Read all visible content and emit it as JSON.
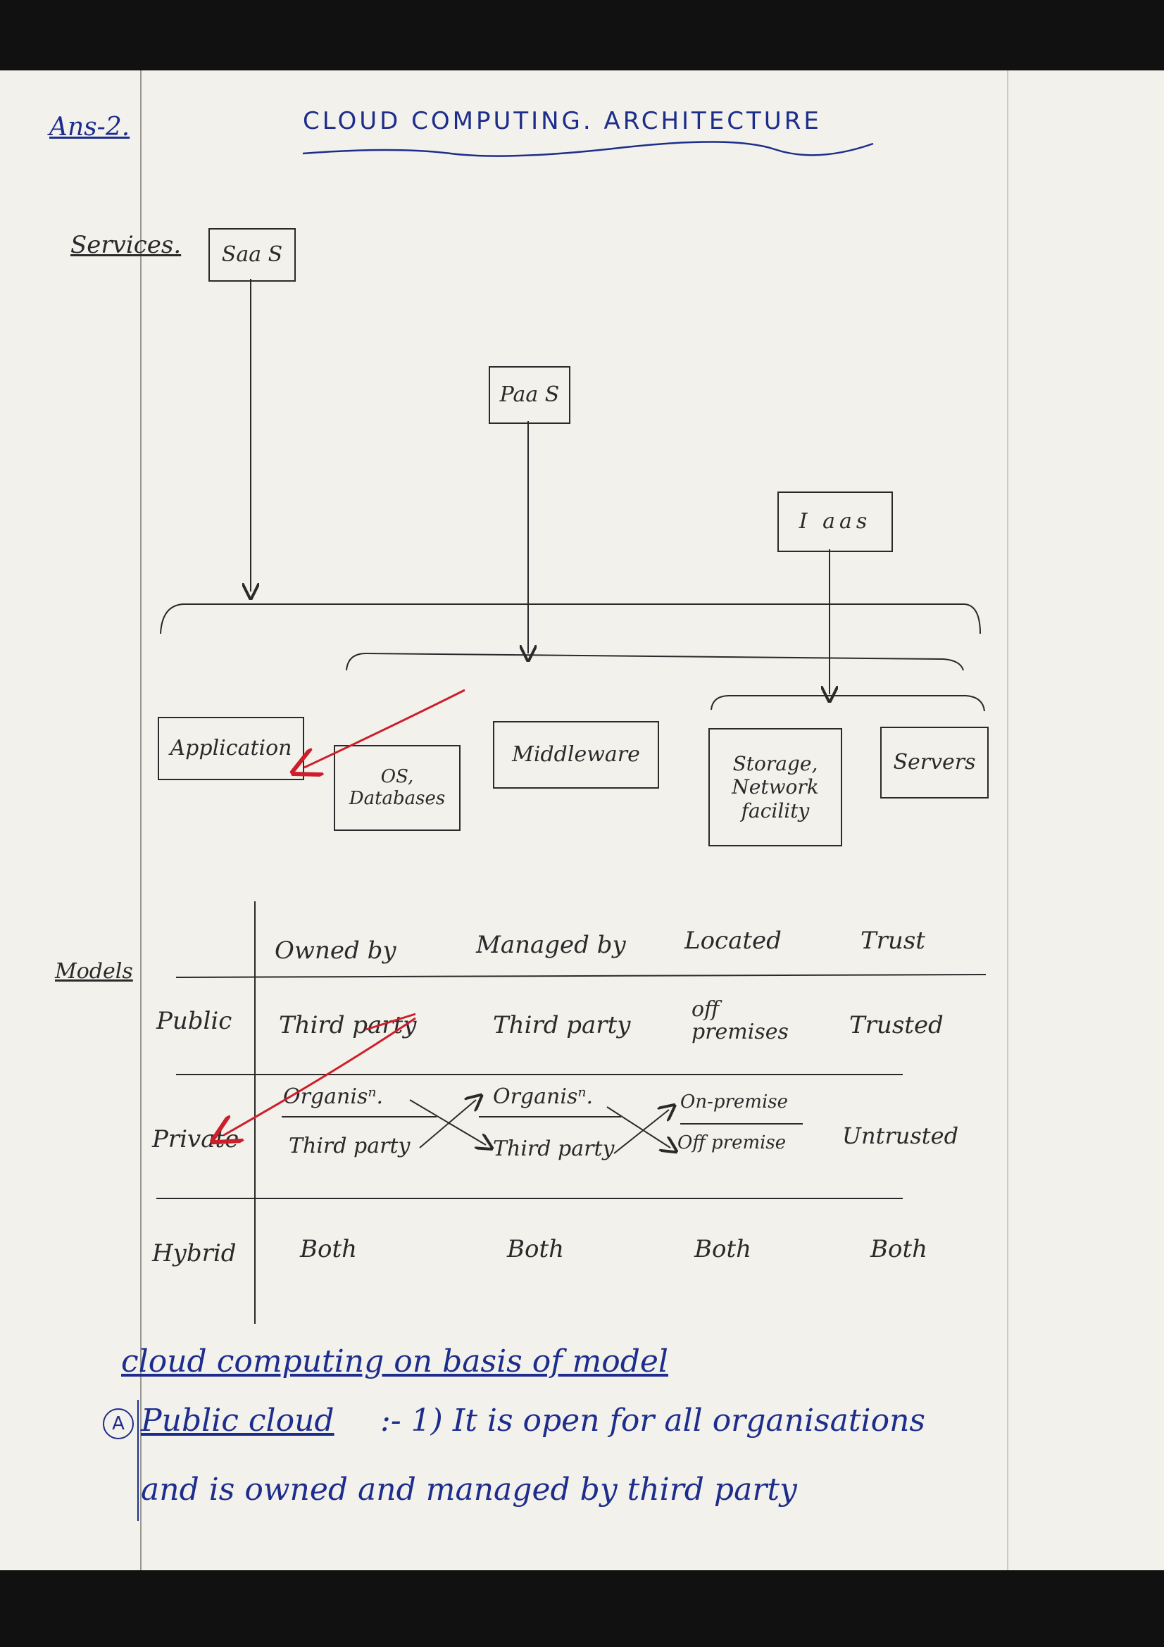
{
  "header": {
    "answer_label": "Ans-2.",
    "title": "CLOUD  COMPUTING. ARCHITECTURE"
  },
  "services": {
    "label": "Services.",
    "saas": "Saa S",
    "paas": "Paa S",
    "iaas": "I aas",
    "components": {
      "application": "Application",
      "os_databases": "OS,\nDatabases",
      "middleware": "Middleware",
      "storage_network": "Storage,\nNetwork\nfacility",
      "servers": "Servers"
    }
  },
  "models": {
    "label": "Models",
    "columns": [
      "Owned by",
      "Managed by",
      "Located",
      "Trust"
    ],
    "rows": [
      {
        "name": "Public",
        "owned": "Third party",
        "managed": "Third party",
        "located": "off\npremises",
        "trust": "Trusted"
      },
      {
        "name": "Private",
        "owned_top": "Organisⁿ.",
        "owned_bottom": "Third party",
        "managed_top": "Organisⁿ.",
        "managed_bottom": "Third party",
        "located_top": "On-premise",
        "located_bottom": "Off premise",
        "trust": "Untrusted"
      },
      {
        "name": "Hybrid",
        "owned": "Both",
        "managed": "Both",
        "located": "Both",
        "trust": "Both"
      }
    ]
  },
  "notes": {
    "heading": "cloud computing on basis of model",
    "marker": "A",
    "public_label": "Public cloud",
    "line1_rest": ":-  1) It is open for all organisations",
    "line2": "and is owned and managed by third party"
  }
}
